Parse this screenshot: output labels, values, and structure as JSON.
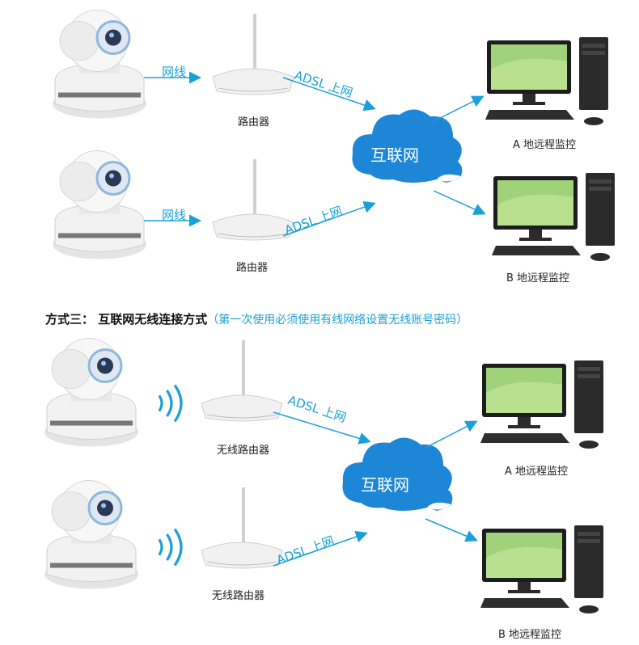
{
  "top": {
    "wired_label": "网线",
    "adsl_label": "ADSL 上网",
    "router_label": "路由器",
    "cloud_label": "互联网",
    "pc_a_label": "A 地远程监控",
    "pc_b_label": "B 地远程监控"
  },
  "section": {
    "title": "方式三： 互联网无线连接方式",
    "note": "（第一次使用必须使用有线网络设置无线账号密码）"
  },
  "bottom": {
    "adsl_label": "ADSL 上网",
    "router_label": "无线路由器",
    "cloud_label": "互联网",
    "pc_a_label": "A 地远程监控",
    "pc_b_label": "B 地远程监控"
  },
  "colors": {
    "accent": "#1aa0d8",
    "cloud": "#1e86d6",
    "device": "#ececec"
  },
  "icons": [
    "camera-icon",
    "router-icon",
    "cloud-icon",
    "computer-icon",
    "wireless-signal-icon",
    "arrow-icon"
  ]
}
